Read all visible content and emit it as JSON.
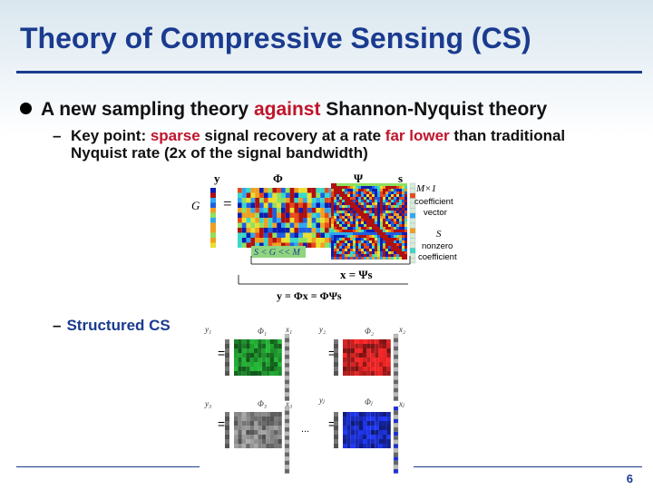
{
  "slide": {
    "title": "Theory of Compressive Sensing (CS)",
    "page_number": "6"
  },
  "bullet1": {
    "pre": "A new sampling theory ",
    "highlight": "against",
    "post": " Shannon-Nyquist theory"
  },
  "sub1": {
    "dash": "–",
    "t1": "Key point: ",
    "h1": "sparse",
    "t2": " signal recovery at a rate ",
    "h2": "far lower",
    "t3": " than traditional Nyquist rate (2x of the signal bandwidth)"
  },
  "sub2": {
    "dash": "–",
    "label": "Structured CS"
  },
  "figure1": {
    "y": "y",
    "phi": "Φ",
    "psi": "Ψ",
    "s": "s",
    "G": "G",
    "eq": "=",
    "m1": "M×1",
    "coef_vec_1": "coefficient",
    "coef_vec_2": "vector",
    "S": "S",
    "nonzero": "nonzero",
    "coef": "coefficient",
    "cond": "S < G << M",
    "x_eq": "x = Ψs",
    "y_eq": "y = Φx = ΦΨs"
  },
  "figure2": {
    "y1": "y₁",
    "x1": "x₁",
    "phi1": "Φ₁",
    "y2": "y₂",
    "x2": "x₂",
    "phi2": "Φ₂",
    "y3": "y₃",
    "x3": "x₃",
    "phi3": "Φ₃",
    "yj": "yⱼ",
    "xj": "xⱼ",
    "phij": "Φⱼ",
    "eq": "=",
    "dots": "..."
  },
  "colors": {
    "title": "#1a3b8f",
    "highlight": "#c0142b",
    "green": "#1f9a2e",
    "red": "#d42121",
    "gray": "#8c8c8c",
    "blue": "#1a2fd0"
  }
}
